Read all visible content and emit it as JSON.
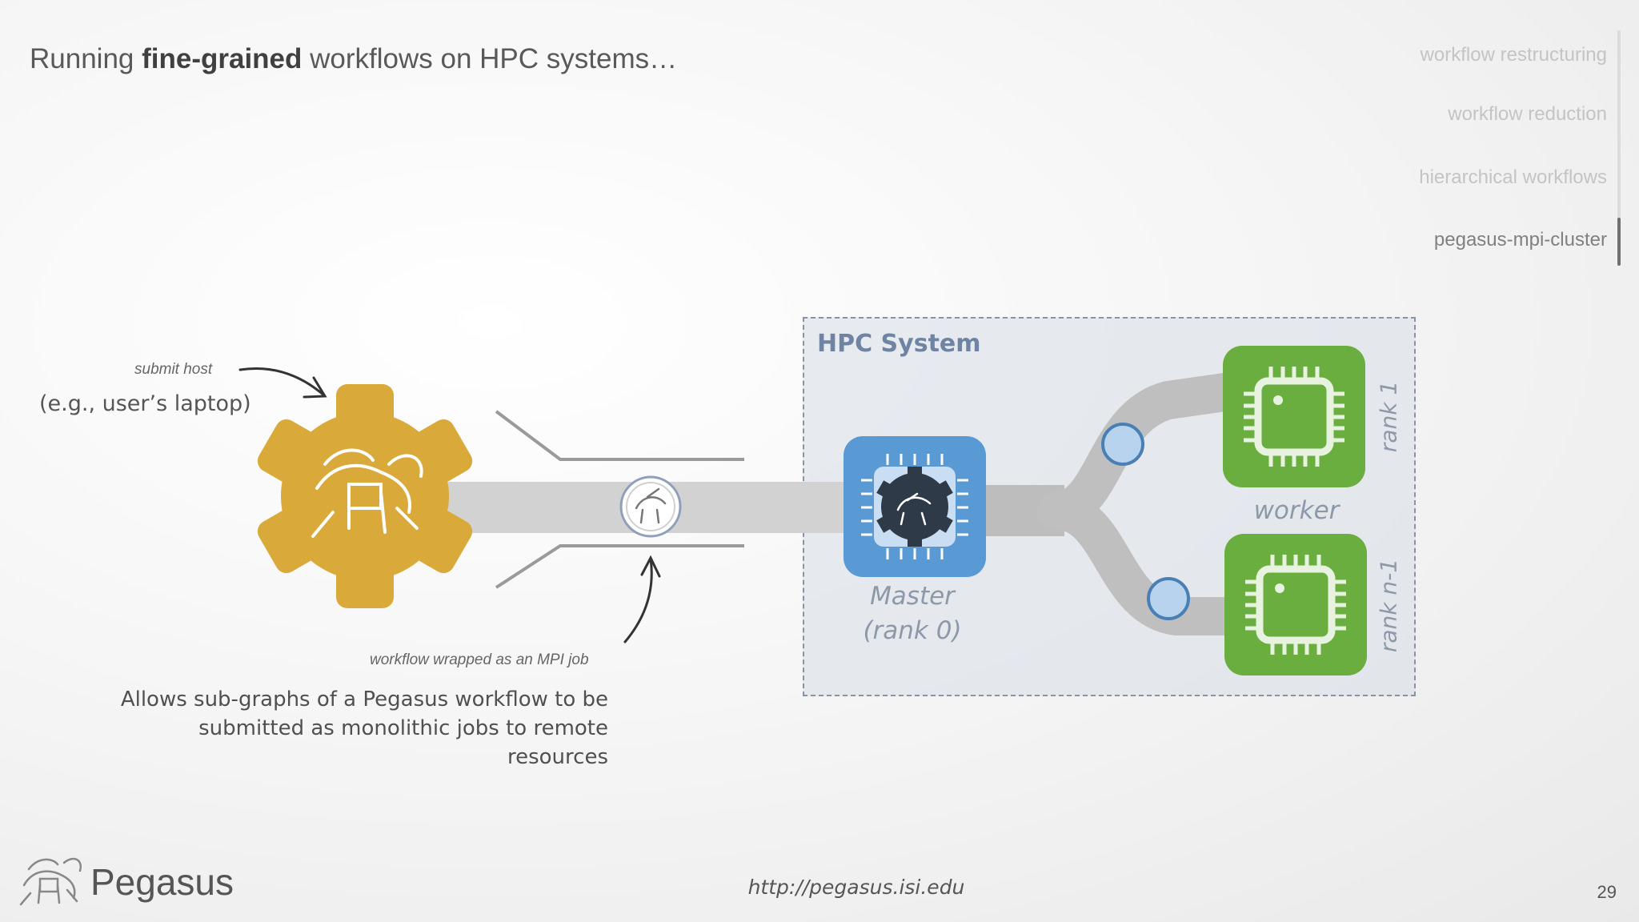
{
  "slide": {
    "title_prefix": "Running ",
    "title_bold": "fine-grained",
    "title_suffix": " workflows on HPC systems…",
    "page_number": "29",
    "url": "http://pegasus.isi.edu",
    "brand": "Pegasus"
  },
  "nav": {
    "items": [
      {
        "label": "workflow restructuring",
        "active": false
      },
      {
        "label": "workflow reduction",
        "active": false
      },
      {
        "label": "hierarchical workflows",
        "active": false
      },
      {
        "label": "pegasus-mpi-cluster",
        "active": true
      }
    ]
  },
  "diagram": {
    "submit_host_label": "submit host",
    "submit_host_example": "(e.g., user’s laptop)",
    "mpi_job_label": "workflow wrapped as an MPI job",
    "description_line1": "Allows sub-graphs of a Pegasus workflow to be",
    "description_line2": "submitted as monolithic jobs to remote resources",
    "hpc_label": "HPC System",
    "master_line1": "Master",
    "master_line2": "(rank 0)",
    "worker_label": "worker",
    "rank1_label": "rank 1",
    "rankn_label": "rank n-1",
    "colors": {
      "gear": "#d9a93a",
      "master": "#5a9ad4",
      "worker": "#6aae3f",
      "token": "#b7d3ee",
      "token_border": "#4a7fb5",
      "pipe": "#c8c8c8"
    },
    "icons": [
      "gear-icon",
      "pegasus-horse-icon",
      "cpu-chip-icon",
      "arrow-icon"
    ]
  }
}
